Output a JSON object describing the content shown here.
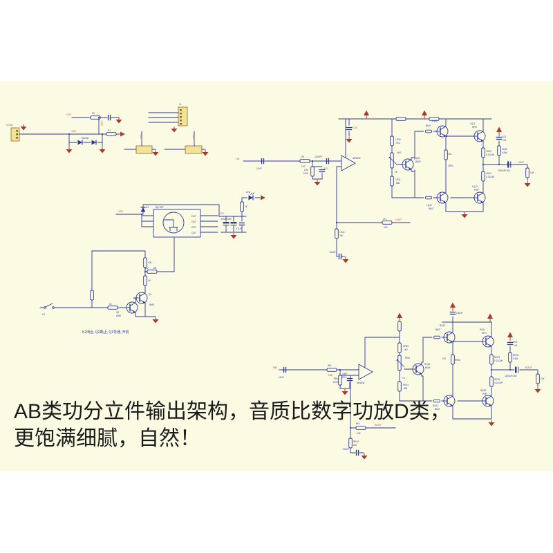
{
  "colors": {
    "page_background": "#ffffff",
    "canvas_background": "#fbfae3",
    "wire_blue": "#2836a0",
    "label_blue": "#2836a0",
    "net_red": "#c03a2c",
    "symbol_red": "#a8392e",
    "connector_yellow": "#f2e39b",
    "caption_text": "#1b1b1b"
  },
  "caption": {
    "line1": "AB类功分立件输出架构，音质比数字功放D类，",
    "line2": "更饱满细腻，自然！"
  },
  "power_input": {
    "con1": "CON1",
    "net_a": "+12V",
    "net_b": "+12V",
    "net_vertical": "+12V",
    "r2": "R2",
    "r1": "R1",
    "diodes": "IN4148"
  },
  "header_connector": {
    "j1": "J1",
    "k1_net": "+12V",
    "k2_net": "+12V"
  },
  "relay": {
    "model": "JQC-3FF",
    "d1": "D1",
    "out1": "OUT",
    "out2": "OUT",
    "out3": "OUT",
    "out4": "OUT",
    "net": "+12V",
    "cap_main": "470UF/25V",
    "cap_small": "0.1UF",
    "led": "LED",
    "r_led": "1K",
    "r_top": "10K",
    "r_mid": "1K",
    "rl2": "RL2",
    "rl2_val": "10K",
    "q1": "Q1",
    "q1_type": "8050",
    "q2": "Q2",
    "q2_type": "8050",
    "r_base": "1K",
    "switch": "K2",
    "note": "K2闭合, Q2截止, Q1导通, 开机"
  },
  "left_amp": {
    "net_in": "LIN",
    "cin_val": "10UF",
    "lri": "LRi",
    "lri_val": "1K2",
    "ccomp_val": "1000PF",
    "lro": "LRo",
    "lro_val": "100K",
    "lc1": "LC1",
    "opamp": "NE5532",
    "vcc": "+12V",
    "lr20": "LR20",
    "lr20_val": "1K2",
    "lw1": "LW1",
    "lw1_val": "1K",
    "lr21": "LR21",
    "lr21_val": "680",
    "lq14": "LQ14",
    "lq14_type": "B649",
    "lq10": "LQ10",
    "lq10_type": "B647",
    "lq11": "LQ11",
    "lq11_type": "NPN",
    "lq12": "LQ12",
    "lq12_type": "B647",
    "lq13": "LQ13",
    "lq13_type": "PNP",
    "lr22": "LR22",
    "lr22_val": "100",
    "lr23": "LR23",
    "lr23_val": "0.22/2W",
    "lr24": "LR24",
    "lr24_val": "0.22/2W",
    "lc6": "LC6",
    "lc6_val": "104",
    "lr25": "LR25",
    "lr25_val": "0.5W",
    "cout_val": "2200UF/16V",
    "net_out": "LOUT",
    "r_load": "10K",
    "lf1": "LF1",
    "lf1_val": "10K",
    "net_fb": "LOUT",
    "lrx2": "LRx2",
    "lrx2_val": "240",
    "cfb_val": "100UF"
  },
  "right_amp": {
    "net_in": "RIN",
    "cin_val": "10UF",
    "rri": "RRi",
    "rri_val": "1K2",
    "rc1": "RC1",
    "rc1_val": "100P",
    "rro": "RRo",
    "rro_val": "100K",
    "opamp": "NE5532",
    "rr20": "RR20",
    "rr20_val": "1K2",
    "rw1": "RW1",
    "rw1_val": "1K",
    "rr21": "RR21",
    "rr21_val": "680",
    "rq14": "RQ14",
    "rq14_type": "B649",
    "rq10": "RQ10",
    "rq10_type": "B647",
    "rq11": "RQ11",
    "rq11_type": "NPN",
    "rq12": "RQ12",
    "rq12_type": "B647",
    "rq13": "RQ13",
    "rq13_type": "PNP",
    "rr22": "RR22",
    "rr22_val": "100",
    "rr23": "RR23",
    "rr23_val": "0.22/2W",
    "rr24": "RR24",
    "rr24_val": "0.22/2W",
    "rc6": "RC6",
    "rc6_val": "104",
    "rr25": "RR25",
    "rr25_val": "0.5W",
    "cboot_val": "100UF",
    "cout_val": "2200UF/16V",
    "net_out": "ROUT",
    "r_load": "10K",
    "rf1": "RF1",
    "rf1_val": "10K",
    "net_fb": "ROUT",
    "rrx2": "RRx2",
    "rrx2_val": "240",
    "cfb_val": "100UF"
  }
}
